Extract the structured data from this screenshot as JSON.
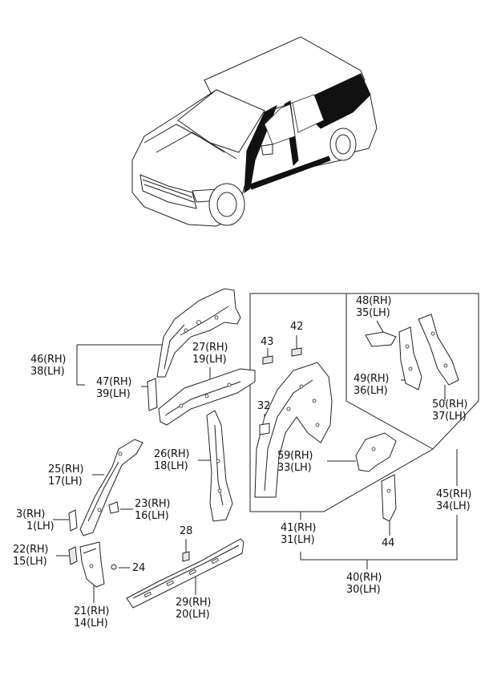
{
  "labels": {
    "l46_38": [
      "46(RH)",
      "38(LH)"
    ],
    "l27_19": [
      "27(RH)",
      "19(LH)"
    ],
    "l47_39": [
      "47(RH)",
      "39(LH)"
    ],
    "l26_18": [
      "26(RH)",
      "18(LH)"
    ],
    "l25_17": [
      "25(RH)",
      "17(LH)"
    ],
    "l23_16": [
      "23(RH)",
      "16(LH)"
    ],
    "l3_1": [
      "3(RH)",
      "1(LH)"
    ],
    "l22_15": [
      "22(RH)",
      "15(LH)"
    ],
    "l24": [
      "24"
    ],
    "l28": [
      "28"
    ],
    "l21_14": [
      "21(RH)",
      "14(LH)"
    ],
    "l29_20": [
      "29(RH)",
      "20(LH)"
    ],
    "l43": [
      "43"
    ],
    "l42": [
      "42"
    ],
    "l32": [
      "32"
    ],
    "l59_33": [
      "59(RH)",
      "33(LH)"
    ],
    "l41_31": [
      "41(RH)",
      "31(LH)"
    ],
    "l48_35": [
      "48(RH)",
      "35(LH)"
    ],
    "l49_36": [
      "49(RH)",
      "36(LH)"
    ],
    "l50_37": [
      "50(RH)",
      "37(LH)"
    ],
    "l45_34": [
      "45(RH)",
      "34(LH)"
    ],
    "l44": [
      "44"
    ],
    "l40_30": [
      "40(RH)",
      "30(LH)"
    ]
  }
}
